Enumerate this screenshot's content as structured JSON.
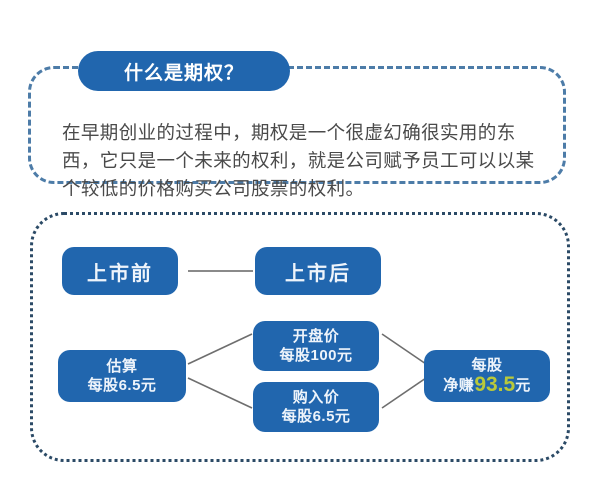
{
  "explainer": {
    "title": "什么是期权？",
    "body": "在早期创业的过程中，期权是一个很虚幻确很实用的东西，它只是一个未来的权利，就是公司赋予员工可以以某个较低的价格购买公司股票的权利。"
  },
  "diagram": {
    "nodes": {
      "pre_ipo": {
        "line1": "上市前"
      },
      "post_ipo": {
        "line1": "上市后"
      },
      "estimate": {
        "line1": "估算",
        "line2": "每股6.5元"
      },
      "open_price": {
        "line1": "开盘价",
        "line2": "每股100元"
      },
      "buy_price": {
        "line1": "购入价",
        "line2": "每股6.5元"
      },
      "profit": {
        "line1": "每股",
        "prefix": "净赚",
        "value": "93.5",
        "suffix": "元"
      }
    }
  },
  "colors": {
    "brand_blue": "#2166ae",
    "accent_green": "#b9c93a",
    "panel_dash": "#4d7ca8",
    "panel_dot": "#2b4a66",
    "connector": "#7a7a7a",
    "body_text": "#4a4a4a",
    "background": "#ffffff"
  }
}
